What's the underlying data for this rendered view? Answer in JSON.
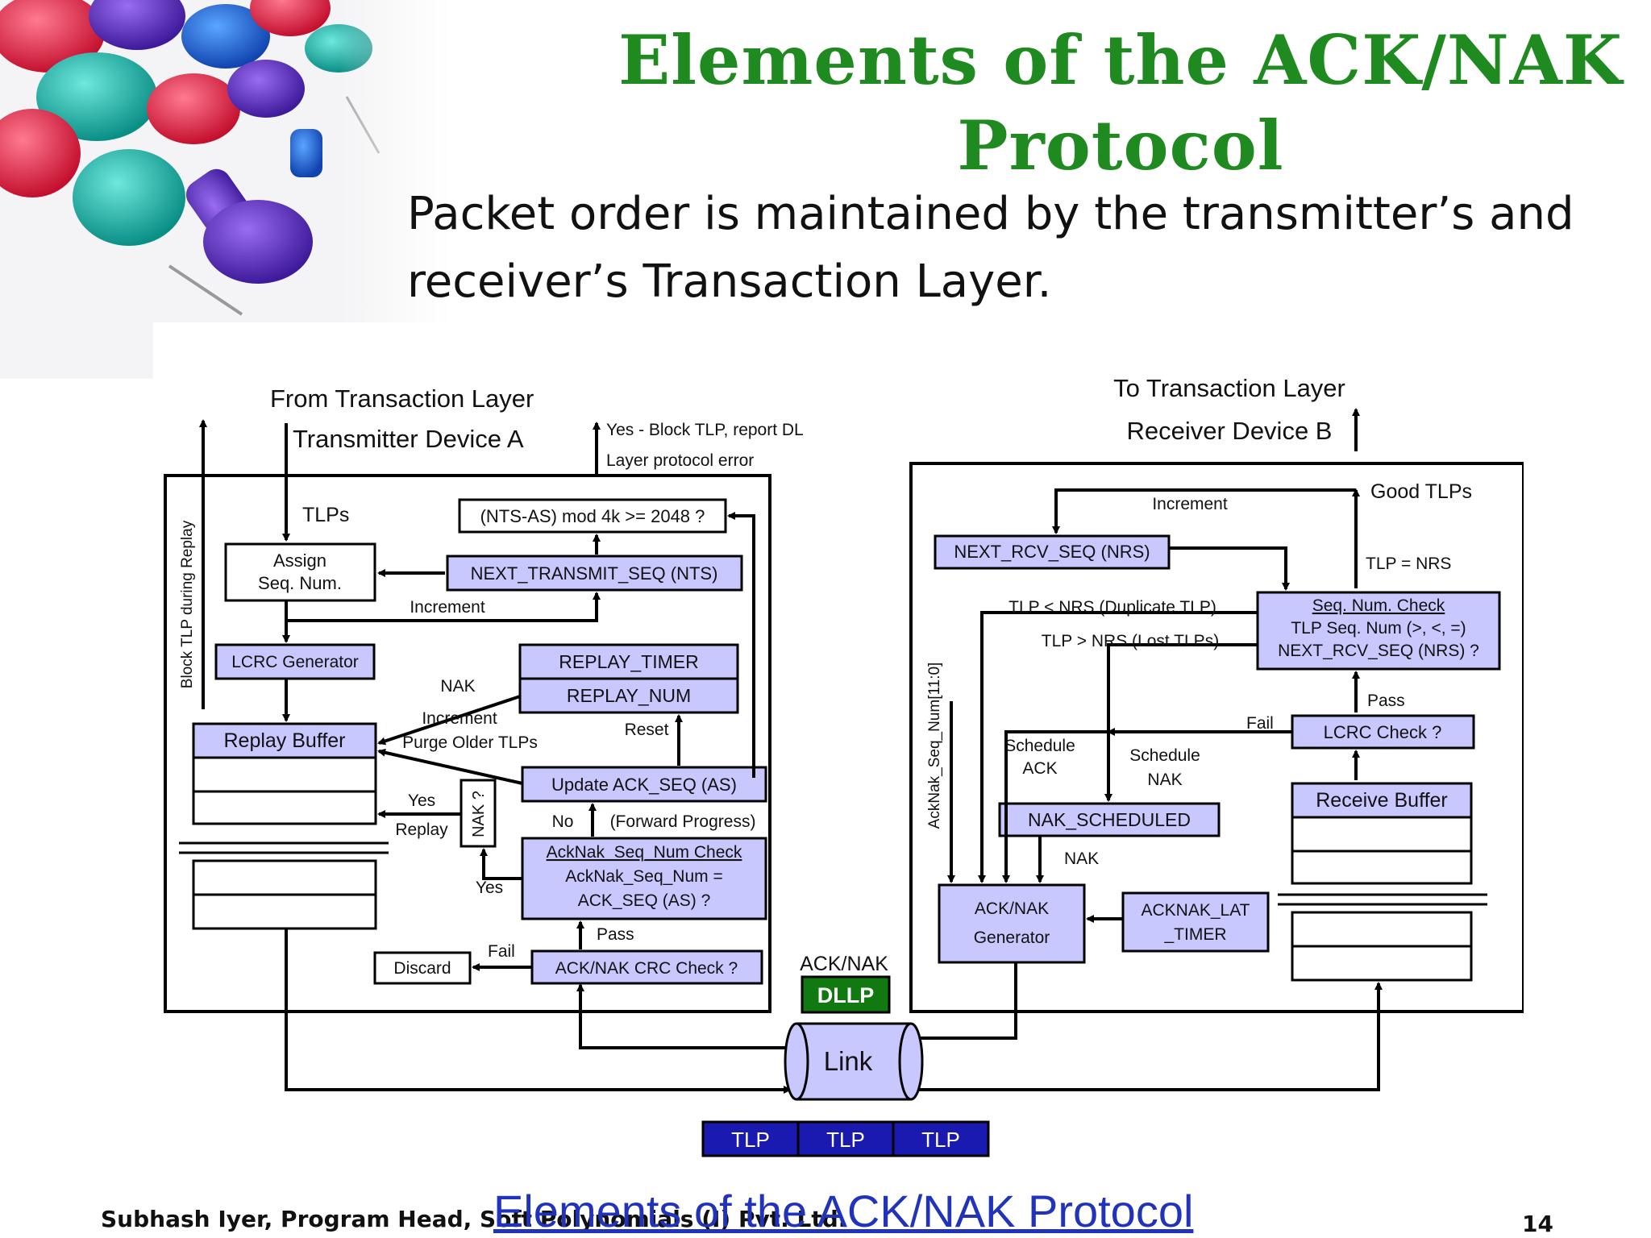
{
  "slide": {
    "title_line1": "Elements of the ACK/NAK",
    "title_line2": "Protocol",
    "subtitle_line1": "Packet order is maintained by the transmitter’s and",
    "subtitle_line2": "receiver’s Transaction Layer.",
    "footer_author": "Subhash Iyer, Program Head, Soft Polynomials (I) Pvt. Ltd.",
    "footer_link": "Elements of the ACK/NAK Protocol",
    "page_number": "14"
  },
  "colors": {
    "title": "#1f8a1f",
    "box_fill": "#c8c8ff",
    "dllp_fill": "#107a10",
    "tlp_fill": "#1a1ab0",
    "link_text": "#2233bb"
  },
  "transmitter": {
    "header_from": "From Transaction Layer",
    "header_device": "Transmitter Device A",
    "yes_block_1": "Yes - Block TLP, report DL",
    "yes_block_2": "Layer protocol error",
    "tlps": "TLPs",
    "nts_check": "(NTS-AS) mod 4k >= 2048 ?",
    "assign_1": "Assign",
    "assign_2": "Seq. Num.",
    "next_transmit": "NEXT_TRANSMIT_SEQ (NTS)",
    "increment": "Increment",
    "lcrc_gen": "LCRC Generator",
    "replay_timer": "REPLAY_TIMER",
    "replay_num": "REPLAY_NUM",
    "nak": "NAK",
    "increment2": "Increment",
    "reset": "Reset",
    "purge": "Purge Older TLPs",
    "replay_buffer": "Replay Buffer",
    "update_ack": "Update ACK_SEQ (AS)",
    "nak_q": "NAK ?",
    "yes_replay_1": "Yes",
    "yes_replay_2": "Replay",
    "no": "No",
    "forward": "(Forward Progress)",
    "acknak_check_1": "AckNak_Seq_Num Check",
    "acknak_check_2": "AckNak_Seq_Num =",
    "acknak_check_3": "ACK_SEQ (AS) ?",
    "yes": "Yes",
    "pass": "Pass",
    "fail": "Fail",
    "discard": "Discard",
    "crc_check": "ACK/NAK CRC Check ?",
    "side_label": "Block TLP during Replay"
  },
  "receiver": {
    "header_to": "To Transaction Layer",
    "header_device": "Receiver Device B",
    "increment": "Increment",
    "good_tlps": "Good TLPs",
    "next_rcv": "NEXT_RCV_SEQ (NRS)",
    "tlp_eq": "TLP = NRS",
    "tlp_lt": "TLP < NRS (Duplicate TLP)",
    "tlp_gt": "TLP > NRS (Lost TLPs)",
    "seq_check_1": "Seq. Num. Check",
    "seq_check_2": "TLP Seq. Num (>, <, =)",
    "seq_check_3": "NEXT_RCV_SEQ (NRS) ?",
    "pass": "Pass",
    "fail": "Fail",
    "lcrc_check": "LCRC Check ?",
    "sched_ack_1": "Schedule",
    "sched_ack_2": "ACK",
    "sched_nak_1": "Schedule",
    "sched_nak_2": "NAK",
    "receive_buffer": "Receive Buffer",
    "nak_scheduled": "NAK_SCHEDULED",
    "nak": "NAK",
    "generator_1": "ACK/NAK",
    "generator_2": "Generator",
    "acknak_lat_1": "ACKNAK_LAT",
    "acknak_lat_2": "_TIMER",
    "side_label": "AckNak_Seq_Num[11:0]"
  },
  "link": {
    "acknak": "ACK/NAK",
    "dllp": "DLLP",
    "link": "Link",
    "tlps": [
      "TLP",
      "TLP",
      "TLP"
    ]
  }
}
